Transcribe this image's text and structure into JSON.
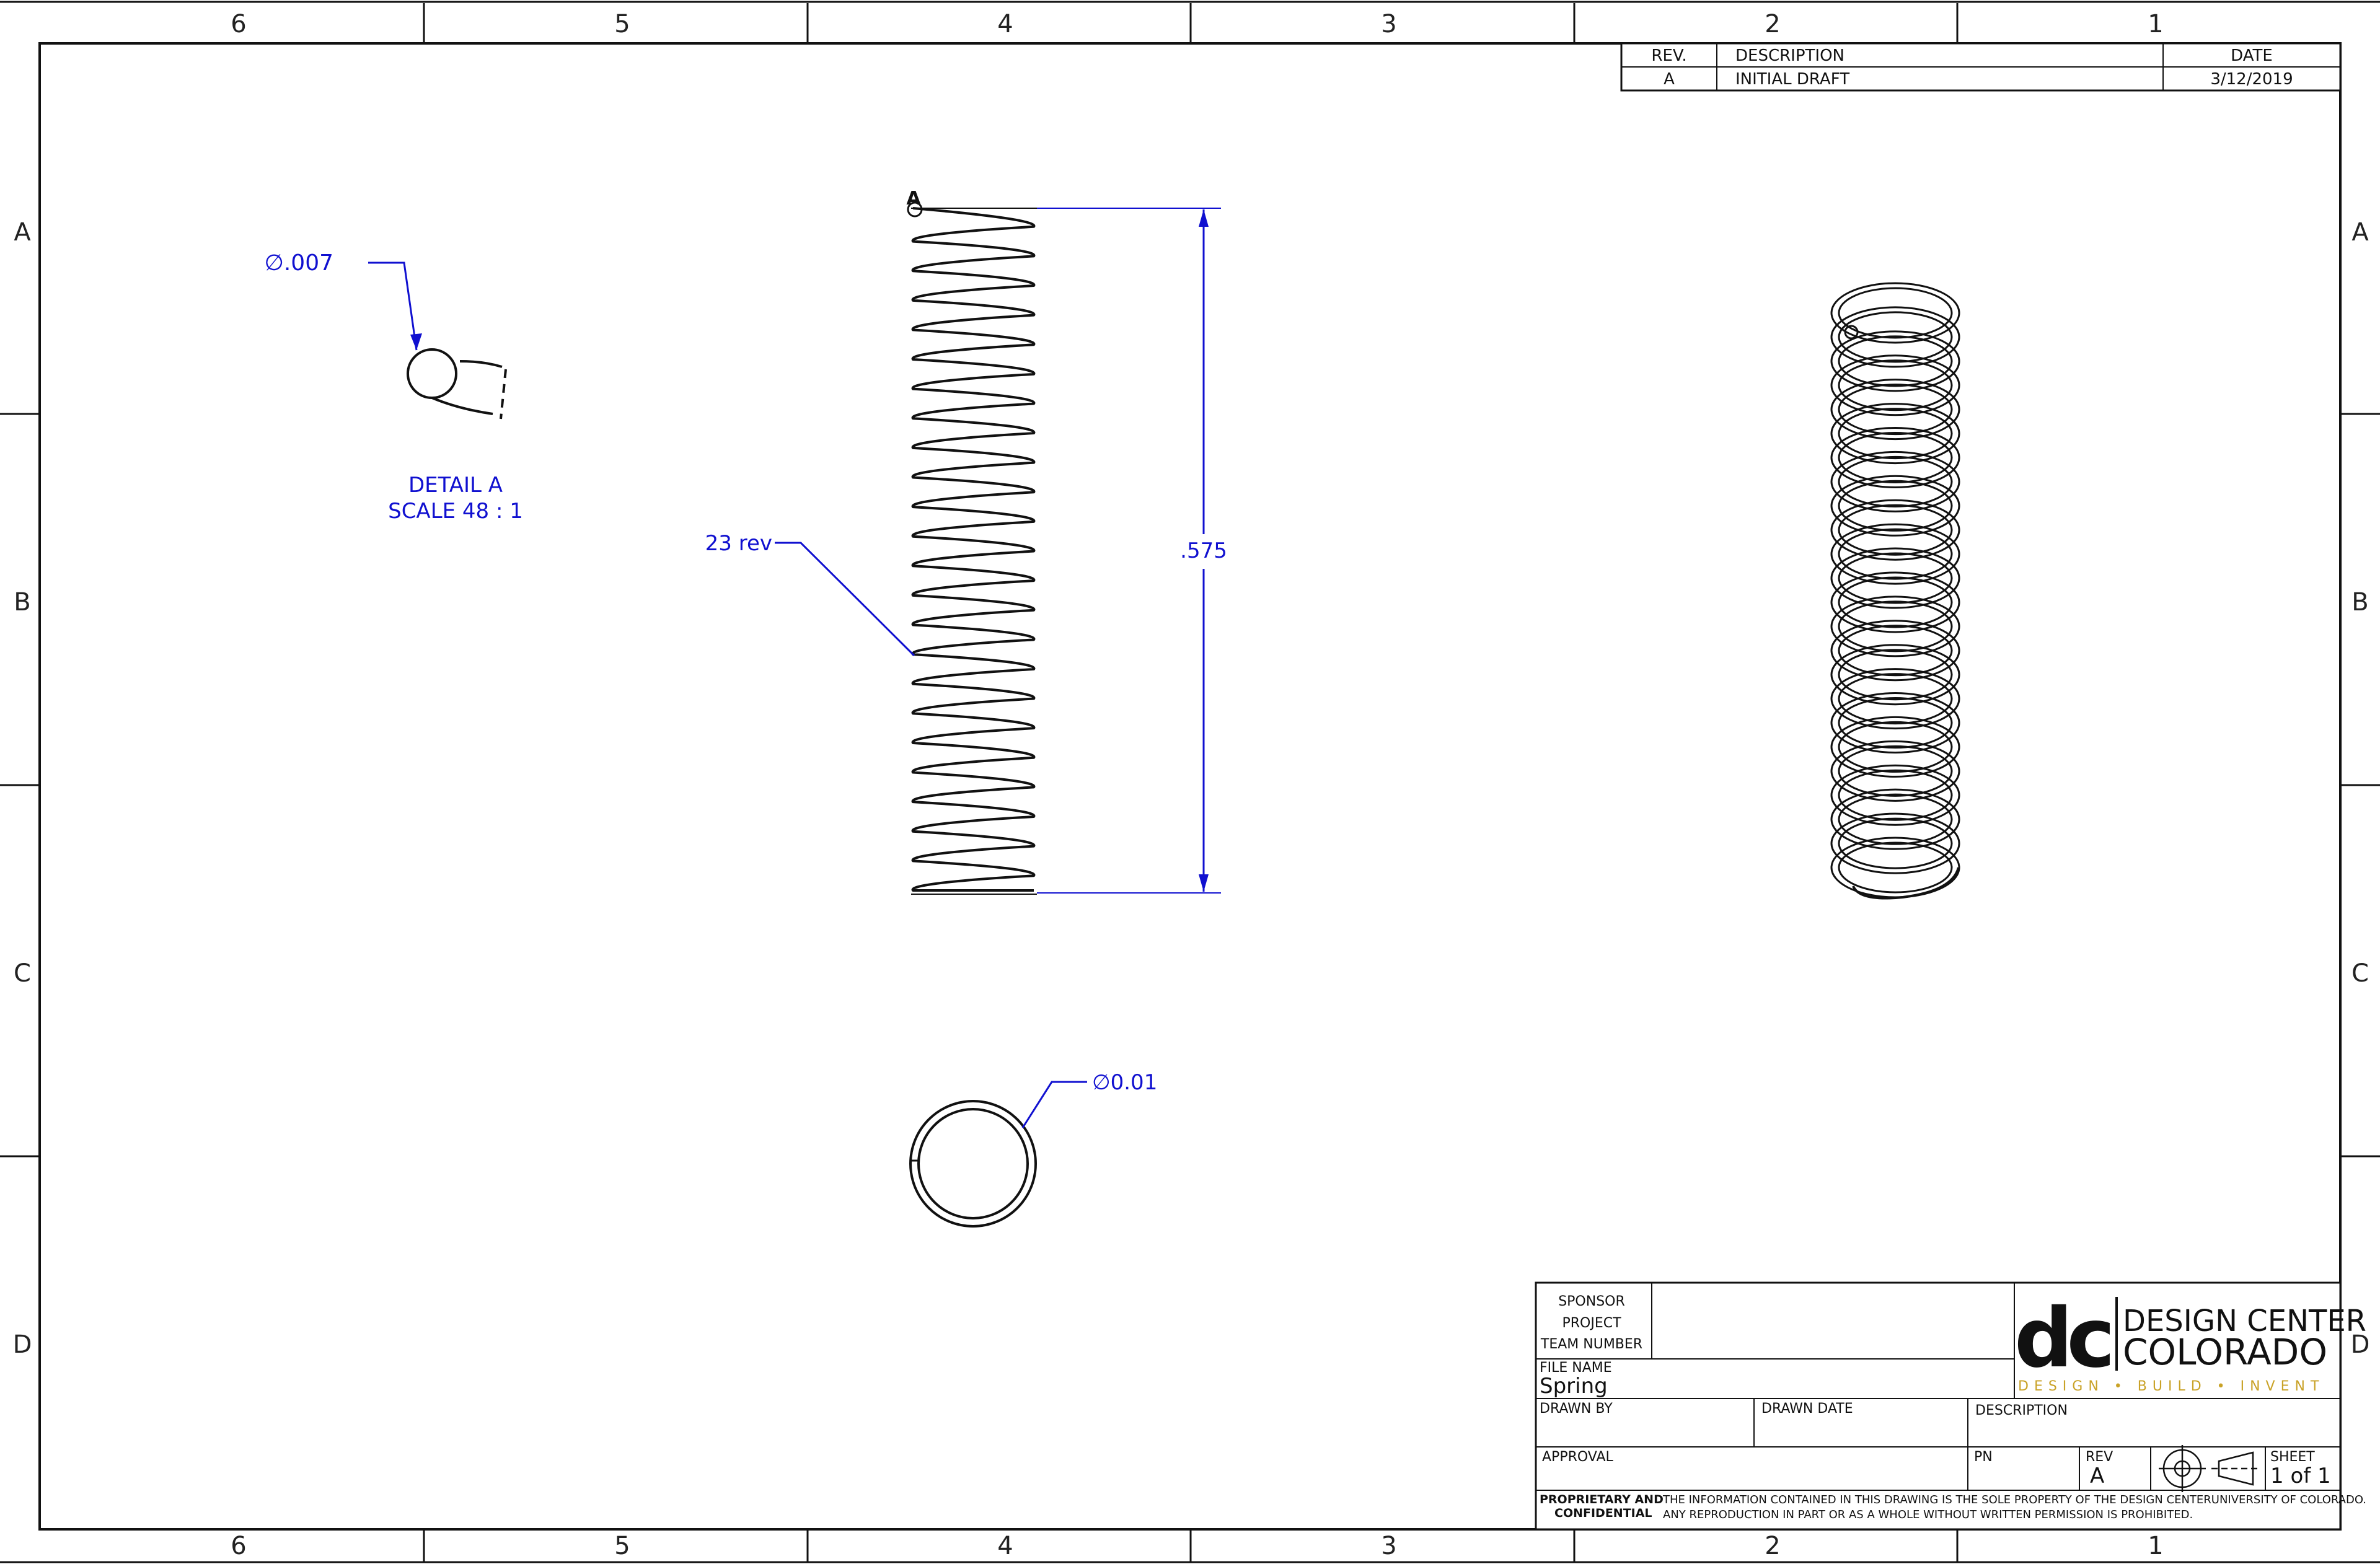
{
  "zones": {
    "columns": [
      "6",
      "5",
      "4",
      "3",
      "2",
      "1"
    ],
    "rows": [
      "A",
      "B",
      "C",
      "D"
    ]
  },
  "revision_block": {
    "headers": {
      "rev": "REV.",
      "description": "DESCRIPTION",
      "date": "DATE"
    },
    "rows": [
      {
        "rev": "A",
        "description": "INITIAL DRAFT",
        "date": "3/12/2019"
      }
    ]
  },
  "views": {
    "detail_marker": "A",
    "detail_dimension": "∅.007",
    "detail_title": "DETAIL A",
    "detail_scale": "SCALE 48 : 1",
    "revolutions_note": "23 rev",
    "height_dimension": ".575",
    "wire_dimension": "∅0.01"
  },
  "title_block": {
    "sponsor_label": "SPONSOR",
    "project_label": "PROJECT",
    "team_number_label": "TEAM NUMBER",
    "file_name_label": "FILE NAME",
    "file_name": "Spring",
    "drawn_by_label": "DRAWN BY",
    "drawn_date_label": "DRAWN DATE",
    "description_label": "DESCRIPTION",
    "approval_label": "APPROVAL",
    "pn_label": "PN",
    "rev_label": "REV",
    "rev_value": "A",
    "sheet_label": "SHEET",
    "sheet_value": "1 of 1",
    "proprietary_1": "PROPRIETARY AND",
    "proprietary_2": "CONFIDENTIAL",
    "confidential_text_1": "THE INFORMATION CONTAINED IN THIS DRAWING IS THE SOLE PROPERTY OF THE DESIGN CENTERUNIVERSITY OF COLORADO.",
    "confidential_text_2": "ANY REPRODUCTION IN PART OR AS A WHOLE WITHOUT WRITTEN PERMISSION IS PROHIBITED."
  },
  "logo": {
    "monogram": "dc",
    "line1": "DESIGN CENTER",
    "line2": "COLORADO",
    "tagline": "DESIGN • BUILD • INVENT",
    "accent_color": "#c9a227"
  },
  "colors": {
    "annotation": "#1010d0",
    "linework": "#111111"
  }
}
